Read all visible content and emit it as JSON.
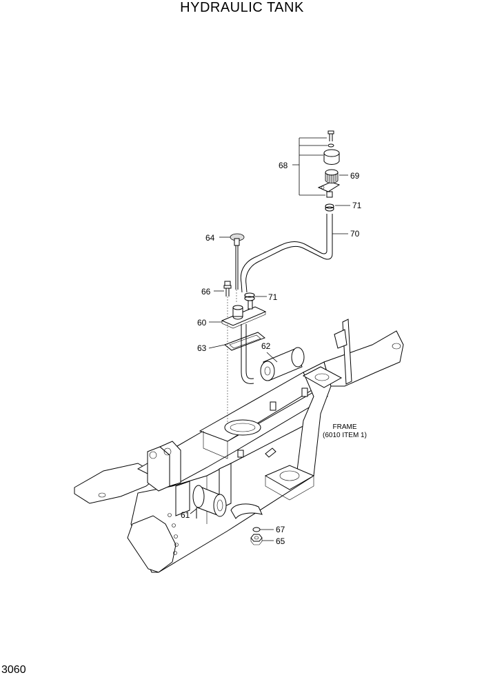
{
  "title": "HYDRAULIC TANK",
  "page_number": "3060",
  "frame_note": {
    "line1": "FRAME",
    "line2": "(6010 ITEM 1)"
  },
  "callouts": {
    "c68": "68",
    "c69": "69",
    "c71a": "71",
    "c70": "70",
    "c64": "64",
    "c66": "66",
    "c71b": "71",
    "c60": "60",
    "c63": "63",
    "c62": "62",
    "c61": "61",
    "c67": "67",
    "c65": "65"
  }
}
